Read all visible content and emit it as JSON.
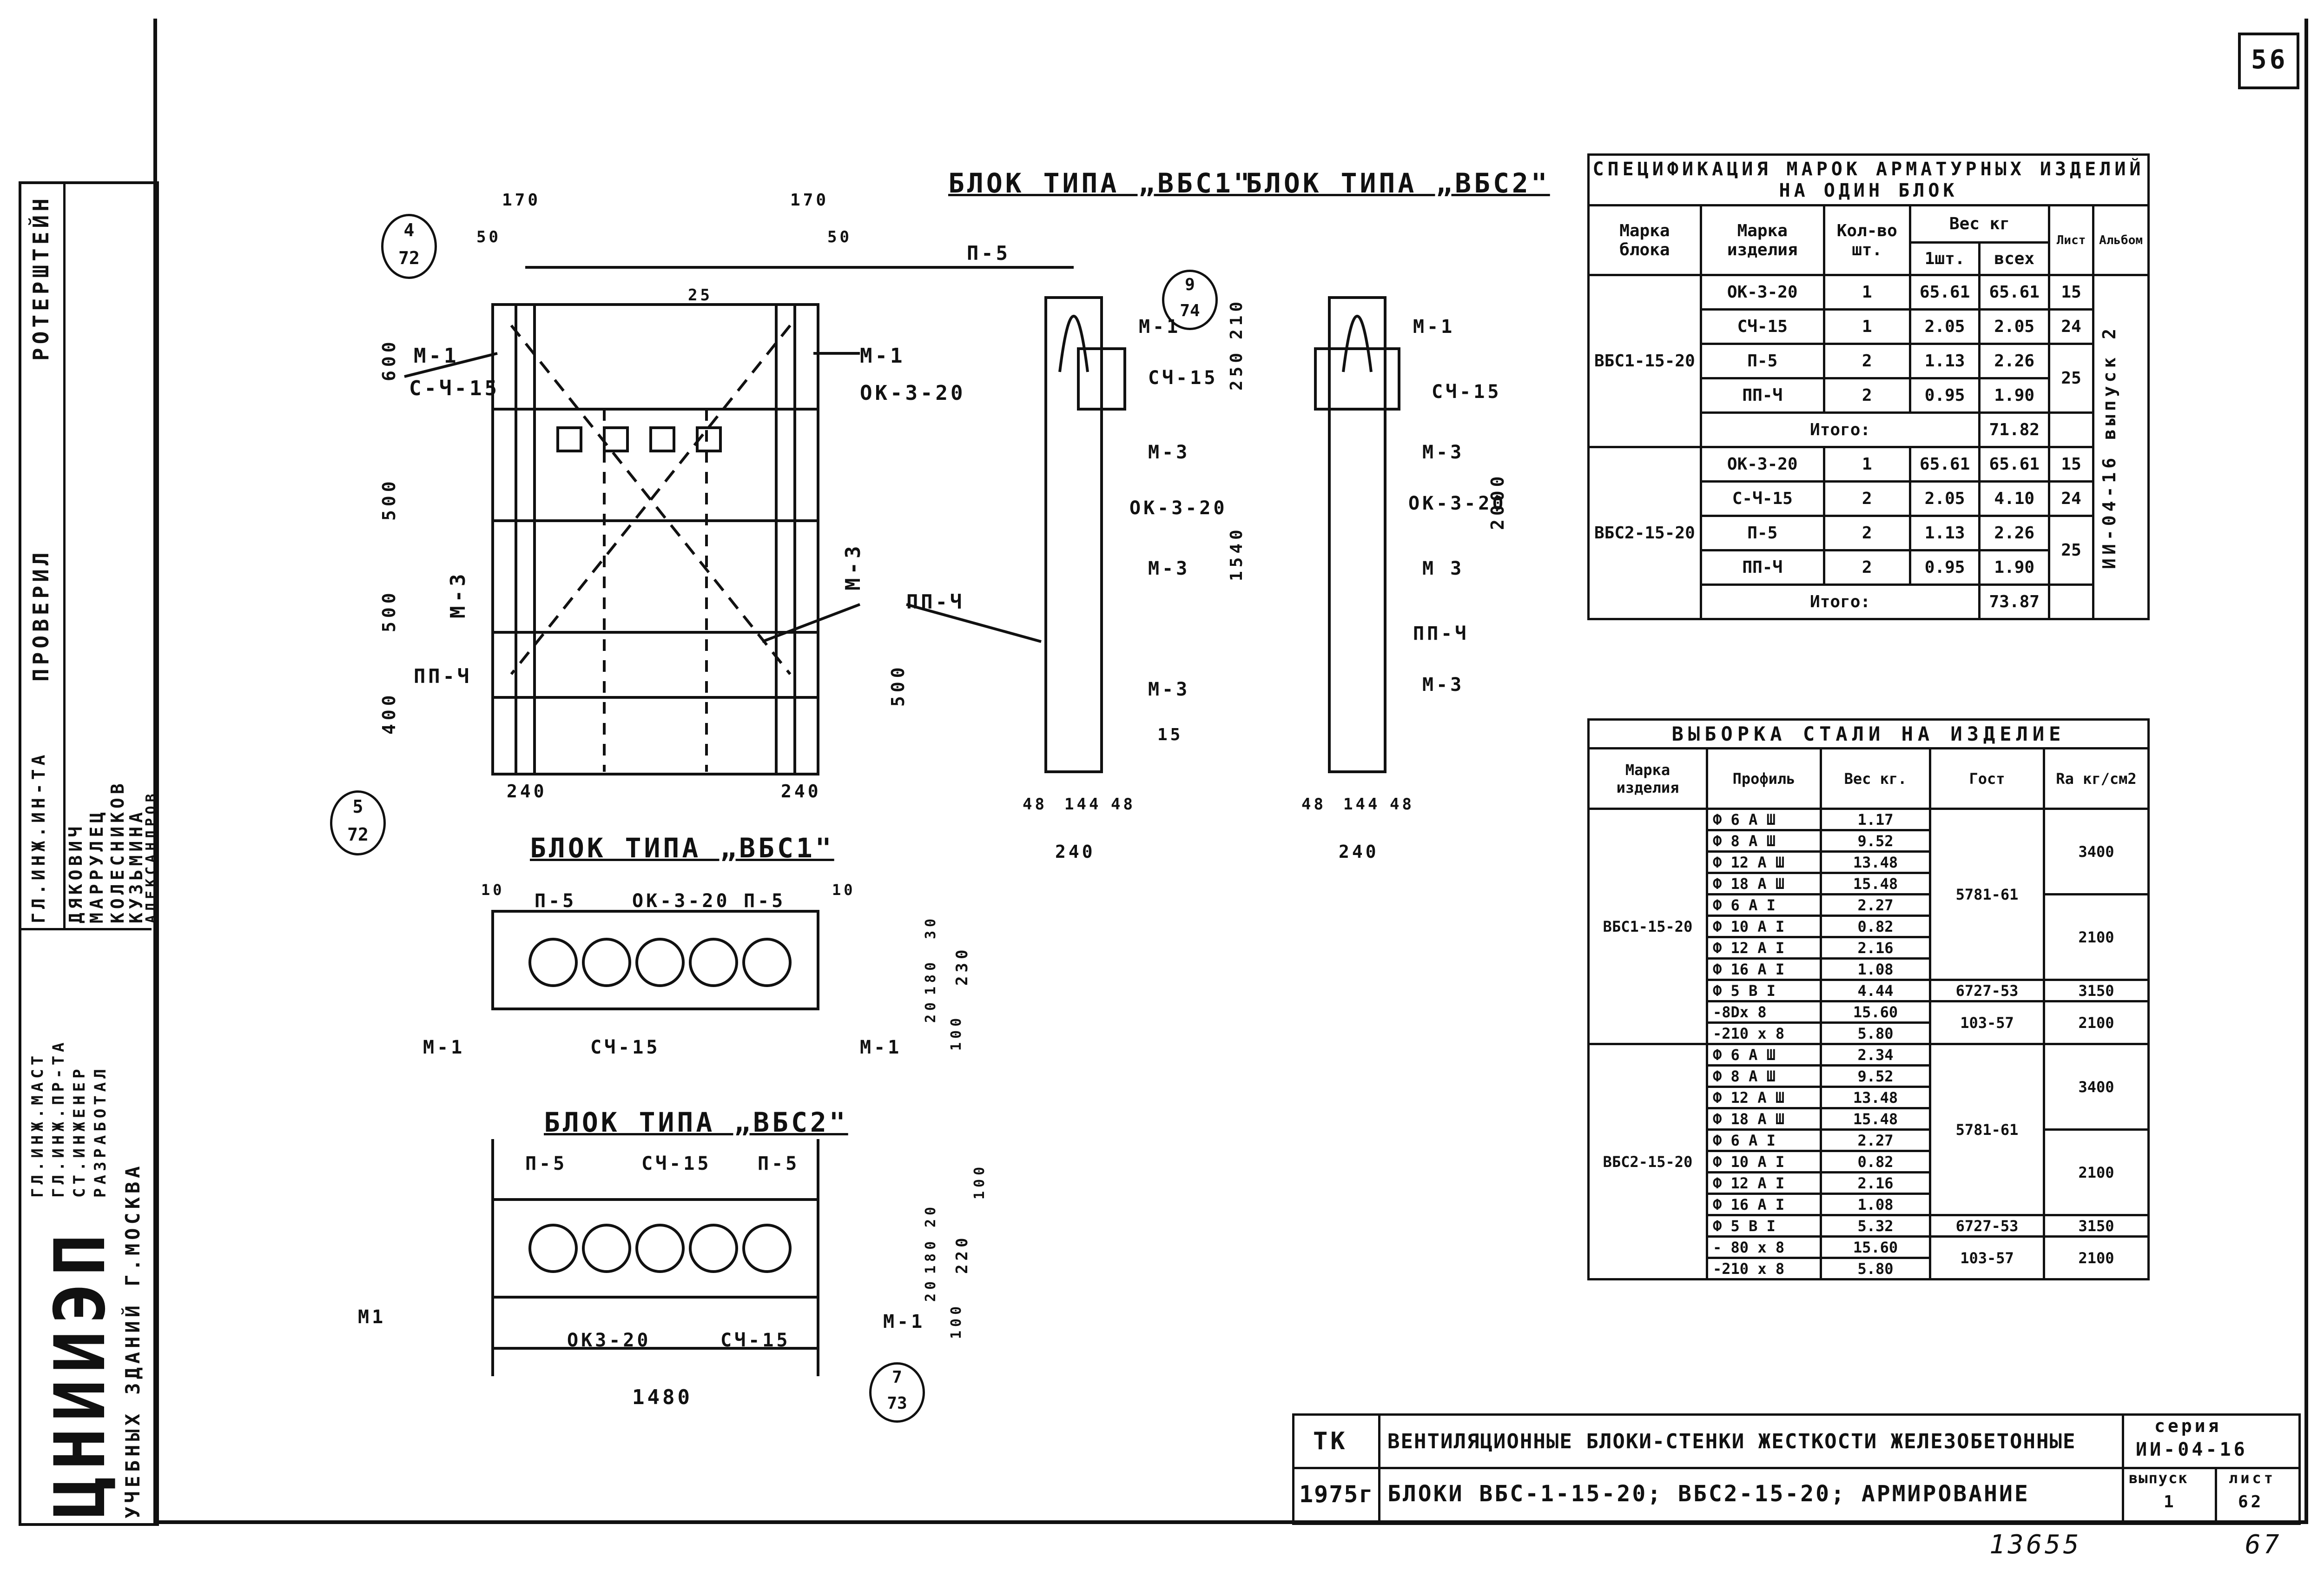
{
  "sheet_corner": "56",
  "titles": {
    "vbs1_top": "БЛОК ТИПА „ВБС1\"",
    "vbs2_top": "БЛОК ТИПА „ВБС2\"",
    "vbs1_plan": "БЛОК ТИПА „ВБС1\"",
    "vbs2_plan": "БЛОК ТИПА „ВБС2\""
  },
  "elevation_labels": {
    "m1_left": "М-1",
    "m1_right": "М-1",
    "s415": "С-Ч-15",
    "ok320": "ОК-3-20",
    "m3": "М-3",
    "m3b": "М-3",
    "pp4_left": "ПП-Ч",
    "pp4_mid": "ПП-Ч",
    "p5": "П-5",
    "dims_top": [
      "170",
      "170",
      "50",
      "50",
      "25"
    ],
    "dims_left": [
      "600",
      "500",
      "500",
      "400"
    ],
    "dim_500": "500",
    "dims_bottom": [
      "240",
      "240"
    ],
    "circle_4": "4",
    "circle_4_sub": "72",
    "circle_5": "5",
    "circle_5_sub": "72"
  },
  "section_vbs1": {
    "labels": [
      "М-1",
      "СЧ-15",
      "М-3",
      "ОК-3-20",
      "М-3",
      "М-3"
    ],
    "dims": [
      "210",
      "250",
      "1540",
      "48",
      "144",
      "48",
      "240",
      "15"
    ],
    "circle": "9",
    "circle_sub": "74"
  },
  "section_vbs2": {
    "labels": [
      "М-1",
      "СЧ-15",
      "М-3",
      "ОК-3-20",
      "М 3",
      "ПП-Ч",
      "М-3"
    ],
    "dims": [
      "2000",
      "48",
      "144",
      "48",
      "240"
    ]
  },
  "plan_vbs1": {
    "labels": [
      "П-5",
      "ОК-3-20",
      "П-5",
      "М-1",
      "СЧ-15",
      "М-1"
    ],
    "dims": [
      "10",
      "10",
      "30",
      "180",
      "20",
      "230",
      "100"
    ]
  },
  "plan_vbs2": {
    "labels": [
      "П-5",
      "СЧ-15",
      "П-5",
      "М1",
      "ОК3-20",
      "СЧ-15",
      "М-1"
    ],
    "dims": [
      "100",
      "20",
      "180",
      "20",
      "220",
      "100",
      "1480"
    ],
    "circle": "7",
    "circle_sub": "73"
  },
  "spec_table": {
    "title": "СПЕЦИФИКАЦИЯ МАРОК АРМАТУРНЫХ ИЗДЕЛИЙ НА ОДИН БЛОК",
    "headers": [
      "Марка блока",
      "Марка изделия",
      "Кол-во шт.",
      "Вес кг",
      "1шт.",
      "всех",
      "Лист",
      "Альбом"
    ],
    "album_label": "ИИ-04-16 выпуск 2",
    "groups": [
      {
        "block": "ВБС1-15-20",
        "rows": [
          {
            "item": "ОК-3-20",
            "qty": "1",
            "w1": "65.61",
            "wall": "65.61",
            "sheet": "15"
          },
          {
            "item": "СЧ-15",
            "qty": "1",
            "w1": "2.05",
            "wall": "2.05",
            "sheet": "24"
          },
          {
            "item": "П-5",
            "qty": "2",
            "w1": "1.13",
            "wall": "2.26",
            "sheet": "25"
          },
          {
            "item": "ПП-Ч",
            "qty": "2",
            "w1": "0.95",
            "wall": "1.90",
            "sheet": ""
          }
        ],
        "total_label": "Итого:",
        "total": "71.82"
      },
      {
        "block": "ВБС2-15-20",
        "rows": [
          {
            "item": "ОК-3-20",
            "qty": "1",
            "w1": "65.61",
            "wall": "65.61",
            "sheet": "15"
          },
          {
            "item": "С-Ч-15",
            "qty": "2",
            "w1": "2.05",
            "wall": "4.10",
            "sheet": "24"
          },
          {
            "item": "П-5",
            "qty": "2",
            "w1": "1.13",
            "wall": "2.26",
            "sheet": "25"
          },
          {
            "item": "ПП-Ч",
            "qty": "2",
            "w1": "0.95",
            "wall": "1.90",
            "sheet": ""
          }
        ],
        "total_label": "Итого:",
        "total": "73.87"
      }
    ]
  },
  "steel_table": {
    "title": "ВЫБОРКА СТАЛИ НА ИЗДЕЛИЕ",
    "headers": [
      "Марка изделия",
      "Профиль",
      "Вес кг.",
      "Гост",
      "Ra кг/см2"
    ],
    "groups": [
      {
        "block": "ВБС1-15-20",
        "rows": [
          {
            "p": "Ф 6 А Ш",
            "w": "1.17"
          },
          {
            "p": "Ф 8 А Ш",
            "w": "9.52"
          },
          {
            "p": "Ф 12 А Ш",
            "w": "13.48"
          },
          {
            "p": "Ф 18 А Ш",
            "w": "15.48"
          },
          {
            "p": "Ф 6 А I",
            "w": "2.27"
          },
          {
            "p": "Ф 10 А I",
            "w": "0.82"
          },
          {
            "p": "Ф 12 А I",
            "w": "2.16"
          },
          {
            "p": "Ф 16 А I",
            "w": "1.08"
          },
          {
            "p": "Ф 5 В I",
            "w": "4.44"
          },
          {
            "p": "-8Dх 8",
            "w": "15.60"
          },
          {
            "p": "-210 х 8",
            "w": "5.80"
          }
        ],
        "gost": [
          "5781-61",
          "6727-53",
          "103-57"
        ],
        "ra": [
          "3400",
          "2100",
          "3150",
          "2100"
        ]
      },
      {
        "block": "ВБС2-15-20",
        "rows": [
          {
            "p": "Ф 6 А Ш",
            "w": "2.34"
          },
          {
            "p": "Ф 8 А Ш",
            "w": "9.52"
          },
          {
            "p": "Ф 12 А Ш",
            "w": "13.48"
          },
          {
            "p": "Ф 18 А Ш",
            "w": "15.48"
          },
          {
            "p": "Ф 6 А I",
            "w": "2.27"
          },
          {
            "p": "Ф 10 А I",
            "w": "0.82"
          },
          {
            "p": "Ф 12 А I",
            "w": "2.16"
          },
          {
            "p": "Ф 16 А I",
            "w": "1.08"
          },
          {
            "p": "Ф 5 В I",
            "w": "5.32"
          },
          {
            "p": "- 80 х 8",
            "w": "15.60"
          },
          {
            "p": "-210 х 8",
            "w": "5.80"
          }
        ],
        "gost": [
          "5781-61",
          "6727-53",
          "103-57"
        ],
        "ra": [
          "3400",
          "2100",
          "3150",
          "2100"
        ]
      }
    ]
  },
  "title_block": {
    "tk": "ТК",
    "year": "1975г",
    "title": "ВЕНТИЛЯЦИОННЫЕ БЛОКИ-СТЕНКИ ЖЕСТКОСТИ ЖЕЛЕЗОБЕТОННЫЕ",
    "subtitle": "БЛОКИ ВБС-1-15-20; ВБС2-15-20; АРМИРОВАНИЕ",
    "series_label": "серия",
    "series": "ИИ-04-16",
    "issue_label": "выпуск",
    "issue": "1",
    "sheet_label": "лист",
    "sheet": "62"
  },
  "stamp_left": {
    "roles": [
      "ГЛ.ИНЖ.ИН-ТА",
      "ГЛ.ИНЖ.МАСТ",
      "ГЛ.ИНЖ.ПР-ТА",
      "СТ.ИНЖЕНЕР",
      "РАЗРАБОТАЛ"
    ],
    "names": [
      "ДЯКОВИЧ",
      "МАРРУЛЕЦ",
      "КОЛЕСНИКОВ",
      "КУЗЬМИНА",
      "АЛЕКСАНДРОВ"
    ],
    "checked": "ПРОВЕРИЛ",
    "approved": "РОТЕРШТЕЙН",
    "org": "ЦНИИЭП",
    "org_sub": "УЧЕБНЫХ ЗДАНИЙ Г.МОСКВА"
  },
  "footer": {
    "number": "13655",
    "page": "67"
  }
}
